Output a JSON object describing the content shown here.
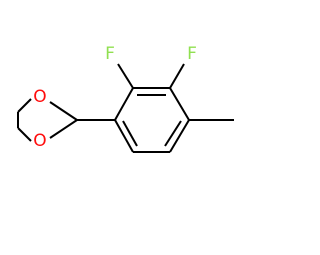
{
  "molecule": {
    "atom_labels": {
      "fluorine_left": "F",
      "fluorine_right": "F",
      "oxygen_top": "O",
      "oxygen_bottom": "O"
    }
  },
  "colors": {
    "bond": "#000000",
    "fluorine": "#90e050",
    "oxygen": "#ff0d0d",
    "background": "#ffffff"
  }
}
